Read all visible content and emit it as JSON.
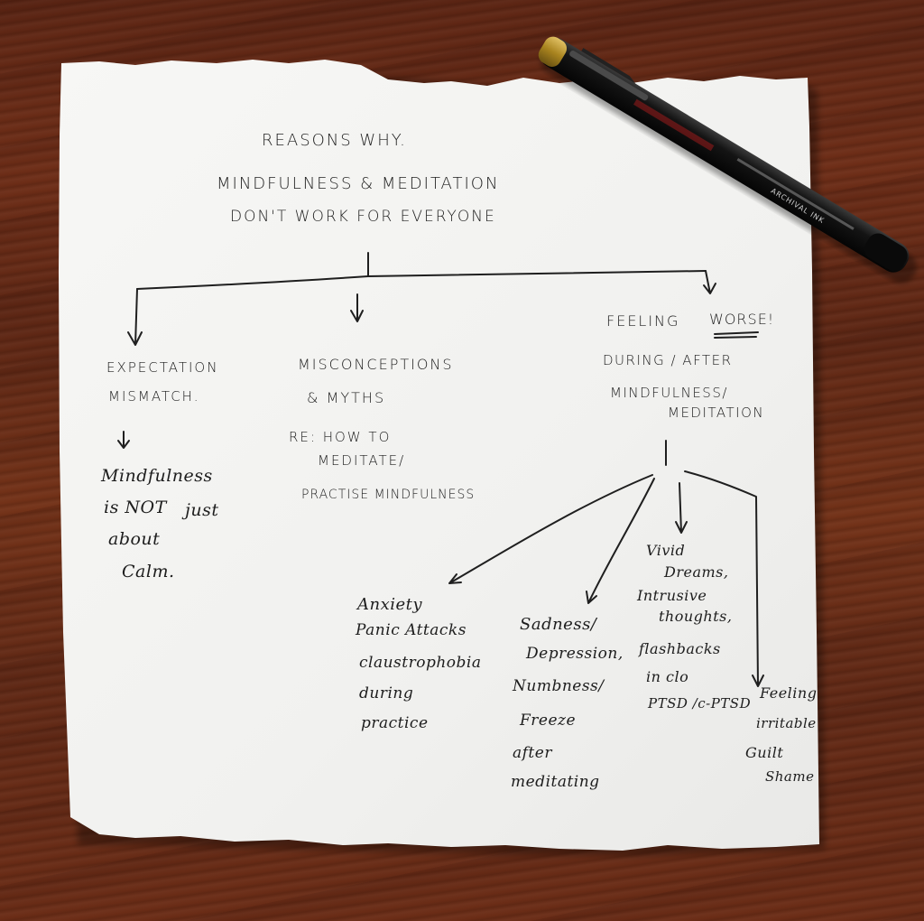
{
  "title": {
    "line1": "Reasons why.",
    "line2": "Mindfulness & meditation",
    "line3": "don't work for everyone"
  },
  "branches": {
    "expectation": {
      "line1": "Expectation",
      "line2": "Mismatch.",
      "sub1": "Mindfulness",
      "sub2": "is NOT",
      "sub2b": "just",
      "sub3": "about",
      "sub4": "Calm."
    },
    "misconceptions": {
      "line1": "Misconceptions",
      "line2": "& myths",
      "line3": "re: how to",
      "line4": "meditate/",
      "line5": "practise mindfulness"
    },
    "feeling_worse": {
      "line1a": "Feeling",
      "line1b": "worse!",
      "line2": "During / After",
      "line3": "mindfulness/",
      "line4": "meditation"
    }
  },
  "effects": {
    "anxiety": {
      "line1": "Anxiety",
      "line2": "Panic Attacks",
      "line3": "claustrophobia",
      "line4": "during",
      "line5": "practice"
    },
    "sadness": {
      "line1": "Sadness/",
      "line2": "Depression,",
      "line3": "Numbness/",
      "line4": "Freeze",
      "line5": "after",
      "line6": "meditating"
    },
    "vivid": {
      "line1": "Vivid",
      "line2": "Dreams,",
      "line3": "Intrusive",
      "line4": "thoughts,",
      "line5": "flashbacks",
      "line6": "in clo",
      "line7": "PTSD /c-PTSD"
    },
    "irritable": {
      "line1": "Feeling",
      "line2": "irritable",
      "line3": "Guilt",
      "line4": "Shame"
    }
  },
  "pen": {
    "brand_text": "ARCHIVAL INK"
  },
  "colors": {
    "paper": "#f4f4f2",
    "ink": "#1d1d1d",
    "wood": "#62291a",
    "pen_body": "#141414",
    "pen_cap": "#b08a2e"
  }
}
